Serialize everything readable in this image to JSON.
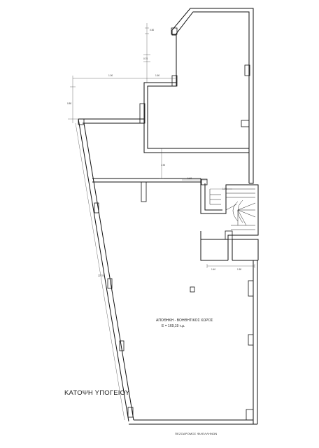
{
  "title": "ΚΑΤΟΨΗ ΥΠΟΓΕΙΟΥ",
  "room": {
    "name": "ΑΠΟΘΗΚΗ - ΒΟΗΘΗΤΙΚΟΣ ΧΩΡΟΣ",
    "area": "Ε = 169,19 τ.μ."
  },
  "street": "ΠΕΖΟΔΡΟΜΟΣ ΦΙΛΕΛΛΗΝΩΝ",
  "dimensions": {
    "top_a": "0.50",
    "top_b": "0.70",
    "wing_left": "1.00",
    "wing_mid": "1.60",
    "left_vertical": "0.80",
    "corridor": "1.90",
    "stair_a": "1.60",
    "stair_b": "1.95",
    "lower_a": "1.40",
    "lower_b": "1.50",
    "long_side": "22.75"
  }
}
